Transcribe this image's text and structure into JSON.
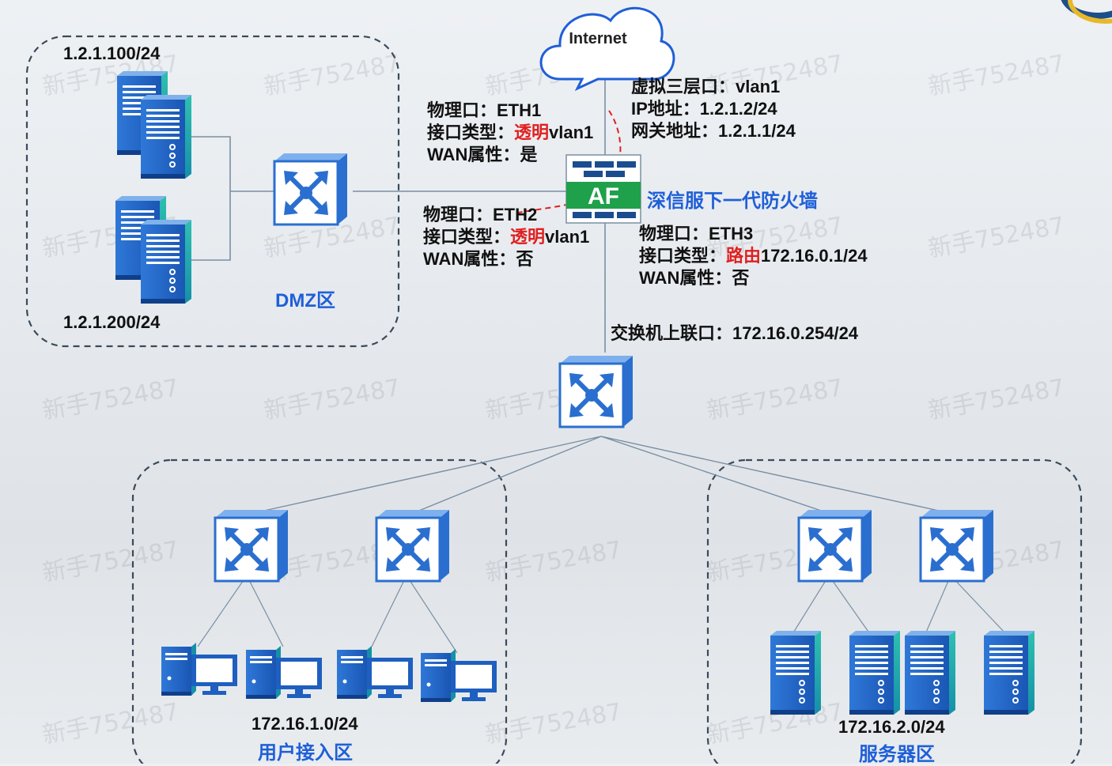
{
  "internet_label": "Internet",
  "watermark": "新手752487",
  "dmz": {
    "ip_top": "1.2.1.100/24",
    "ip_bottom": "1.2.1.200/24",
    "zone": "DMZ区"
  },
  "firewall": {
    "badge": "AF",
    "title": "深信服下一代防火墙"
  },
  "eth1": {
    "line1": "物理口：ETH1",
    "line2_prefix": "接口类型：",
    "line2_red": "透明",
    "line2_suffix": "vlan1",
    "line3": "WAN属性：是"
  },
  "vlan": {
    "line1": "虚拟三层口：vlan1",
    "line2": "IP地址：1.2.1.2/24",
    "line3": "网关地址：1.2.1.1/24"
  },
  "eth2": {
    "line1": "物理口：ETH2",
    "line2_prefix": "接口类型：",
    "line2_red": "透明",
    "line2_suffix": "vlan1",
    "line3": "WAN属性：否"
  },
  "eth3": {
    "line1": "物理口：ETH3",
    "line2_prefix": "接口类型：",
    "line2_red": "路由",
    "line2_suffix": "172.16.0.1/24",
    "line3": "WAN属性：否"
  },
  "uplink": "交换机上联口：172.16.0.254/24",
  "user_zone": {
    "subnet": "172.16.1.0/24",
    "name": "用户接入区"
  },
  "server_zone": {
    "subnet": "172.16.2.0/24",
    "name": "服务器区"
  },
  "colors": {
    "accent_red": "#e02020",
    "zone_blue": "#1f5fd8",
    "device_blue": "#1e64c8"
  }
}
